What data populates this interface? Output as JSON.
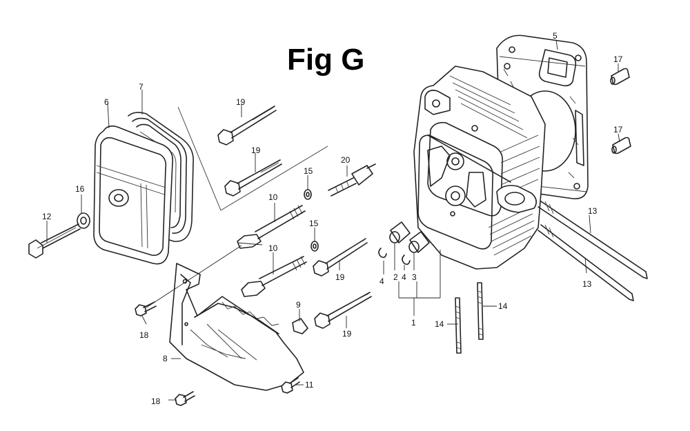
{
  "title": "Fig G",
  "callouts": {
    "c1": "1",
    "c2": "2",
    "c3": "3",
    "c4a": "4",
    "c4b": "4",
    "c5": "5",
    "c6": "6",
    "c7": "7",
    "c8": "8",
    "c9": "9",
    "c10a": "10",
    "c10b": "10",
    "c11": "11",
    "c12": "12",
    "c13a": "13",
    "c13b": "13",
    "c14a": "14",
    "c14b": "14",
    "c15a": "15",
    "c15b": "15",
    "c16": "16",
    "c17a": "17",
    "c17b": "17",
    "c18a": "18",
    "c18b": "18",
    "c19a": "19",
    "c19b": "19",
    "c19c": "19",
    "c19d": "19",
    "c20": "20"
  }
}
